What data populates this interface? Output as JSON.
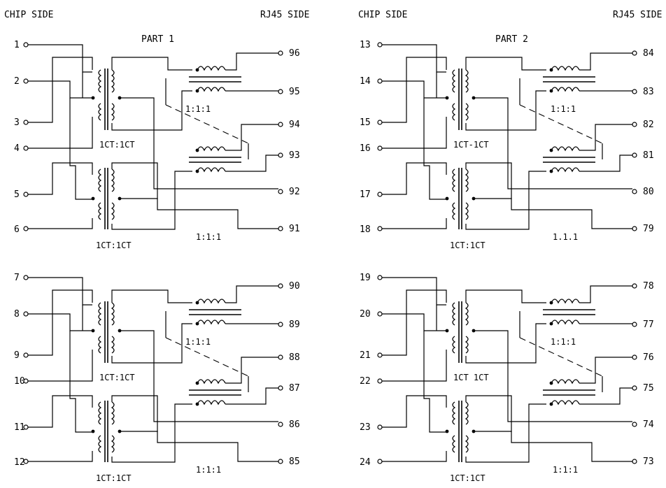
{
  "headers": {
    "left_chip": "CHIP SIDE",
    "left_rj45": "RJ45 SIDE",
    "right_chip": "CHIP SIDE",
    "right_rj45": "RJ45 SIDE"
  },
  "parts": [
    {
      "title": "PART 1"
    },
    {
      "title": ""
    },
    {
      "title": "PART 2"
    },
    {
      "title": ""
    }
  ],
  "blocks": [
    {
      "chip_pins": [
        "1",
        "2",
        "3",
        "4",
        "5",
        "6"
      ],
      "rj_pins": [
        "96",
        "95",
        "94",
        "93",
        "92",
        "91"
      ],
      "ratio_top": "1:1:1",
      "ratio_bottom": "1:1:1",
      "ct_top": "1CT:1CT",
      "ct_bottom": "1CT:1CT"
    },
    {
      "chip_pins": [
        "7",
        "8",
        "9",
        "10",
        "11",
        "12"
      ],
      "rj_pins": [
        "90",
        "89",
        "88",
        "87",
        "86",
        "85"
      ],
      "ratio_top": "1:1:1",
      "ratio_bottom": "1:1:1",
      "ct_top": "1CT:1CT",
      "ct_bottom": "1CT:1CT"
    },
    {
      "chip_pins": [
        "13",
        "14",
        "15",
        "16",
        "17",
        "18"
      ],
      "rj_pins": [
        "84",
        "83",
        "82",
        "81",
        "80",
        "79"
      ],
      "ratio_top": "1:1:1",
      "ratio_bottom": "1.1.1",
      "ct_top": "1CT-1CT",
      "ct_bottom": "1CT:1CT"
    },
    {
      "chip_pins": [
        "19",
        "20",
        "21",
        "22",
        "23",
        "24"
      ],
      "rj_pins": [
        "78",
        "77",
        "76",
        "75",
        "74",
        "73"
      ],
      "ratio_top": "1:1:1",
      "ratio_bottom": "1:1:1",
      "ct_top": "1CT 1CT",
      "ct_bottom": "1CT:1CT"
    }
  ]
}
